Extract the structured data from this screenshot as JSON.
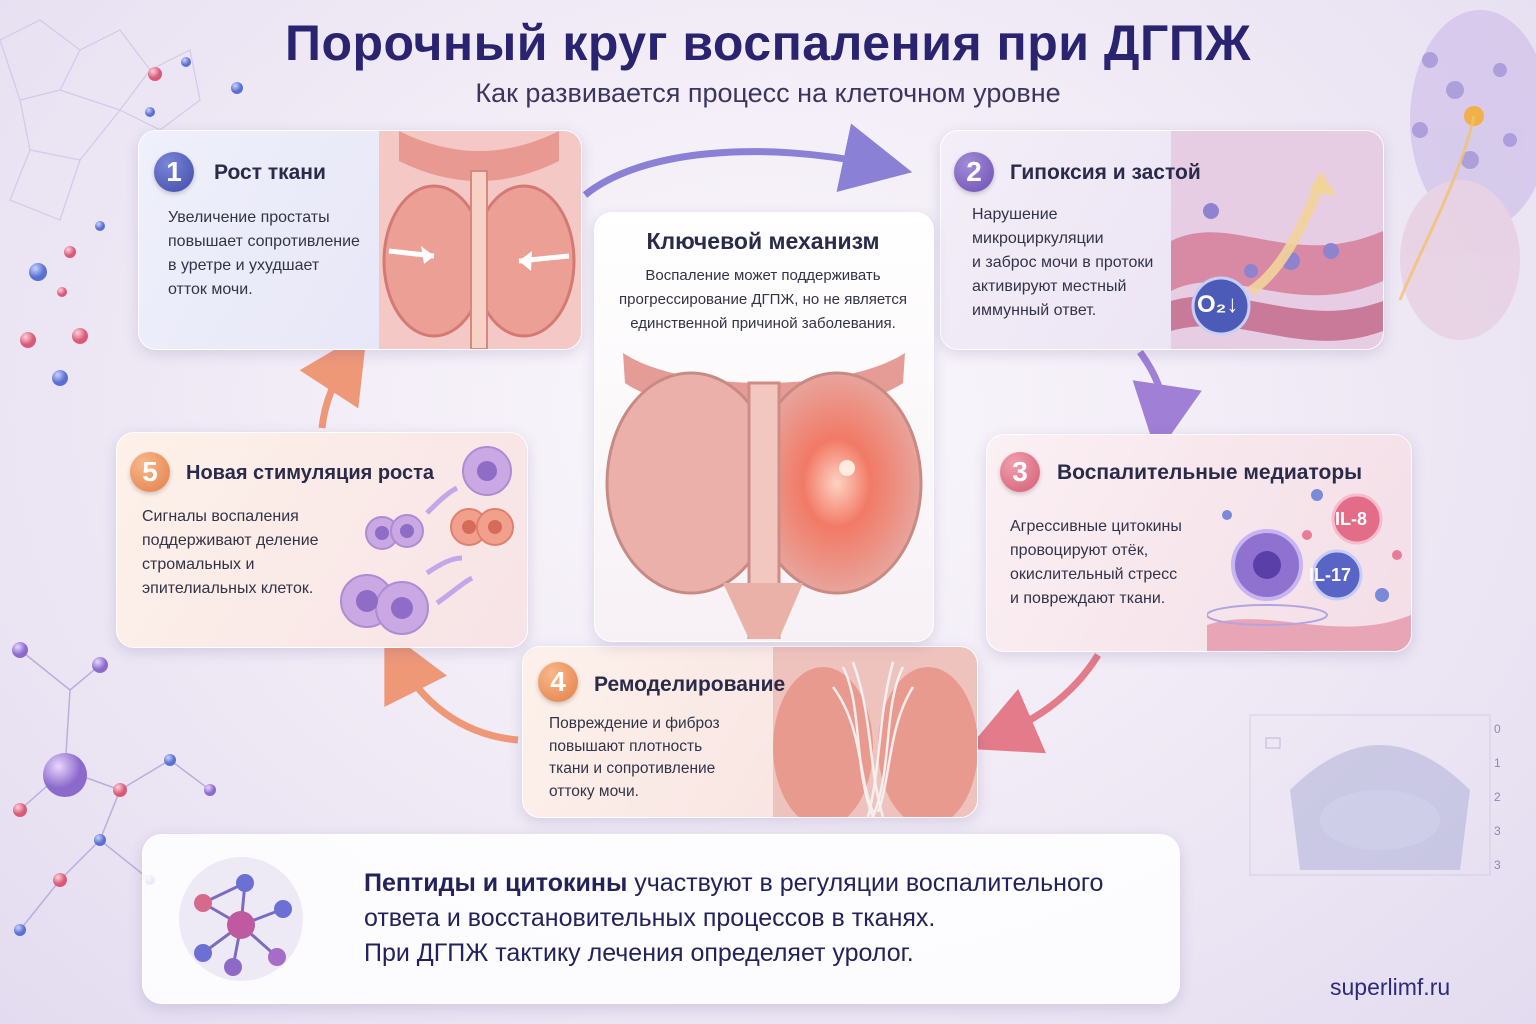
{
  "header": {
    "title": "Порочный круг воспаления при ДГПЖ",
    "subtitle": "Как развивается процесс на клеточном уровне"
  },
  "steps": [
    {
      "num": "1",
      "title": "Рост ткани",
      "text": "Увеличение простаты\nповышает сопротивление\nв уретре и ухудшает\nотток мочи."
    },
    {
      "num": "2",
      "title": "Гипоксия и застой",
      "text": "Нарушение\nмикроциркуляции\nи заброс мочи в протоки\nактивируют местный\nиммунный ответ."
    },
    {
      "num": "3",
      "title": "Воспалительные медиаторы",
      "text": "Агрессивные цитокины\nпровоцируют отёк,\nокислительный стресс\nи повреждают ткани."
    },
    {
      "num": "4",
      "title": "Ремоделирование",
      "text": "Повреждение и фиброз\nповышают плотность\nткани и сопротивление\nоттоку мочи."
    },
    {
      "num": "5",
      "title": "Новая стимуляция роста",
      "text": "Сигналы воспаления\nподдерживают деление\nстромальных и\nэпителиальных клеток."
    }
  ],
  "center": {
    "title": "Ключевой механизм",
    "text": "Воспаление может поддерживать\nпрогрессирование ДГПЖ, но не является\nединственной причиной заболевания."
  },
  "labels": {
    "o2": "O₂↓",
    "il8": "IL-8",
    "il17": "IL-17"
  },
  "scale": [
    "0",
    "1",
    "2",
    "3",
    "3"
  ],
  "bottom": {
    "bold": "Пептиды и цитокины",
    "line1_rest": " участвуют в регуляции воспалительного",
    "line2": "ответа и восстановительных процессов в тканях.",
    "line3": "При ДГПЖ тактику лечения определяет уролог."
  },
  "site": "superlimf.ru",
  "colors": {
    "title": "#2a2470",
    "step1": "#3f4aa8",
    "step2": "#6c4fb4",
    "step3": "#d55b74",
    "step4": "#e47d48",
    "step5": "#e47d48"
  }
}
